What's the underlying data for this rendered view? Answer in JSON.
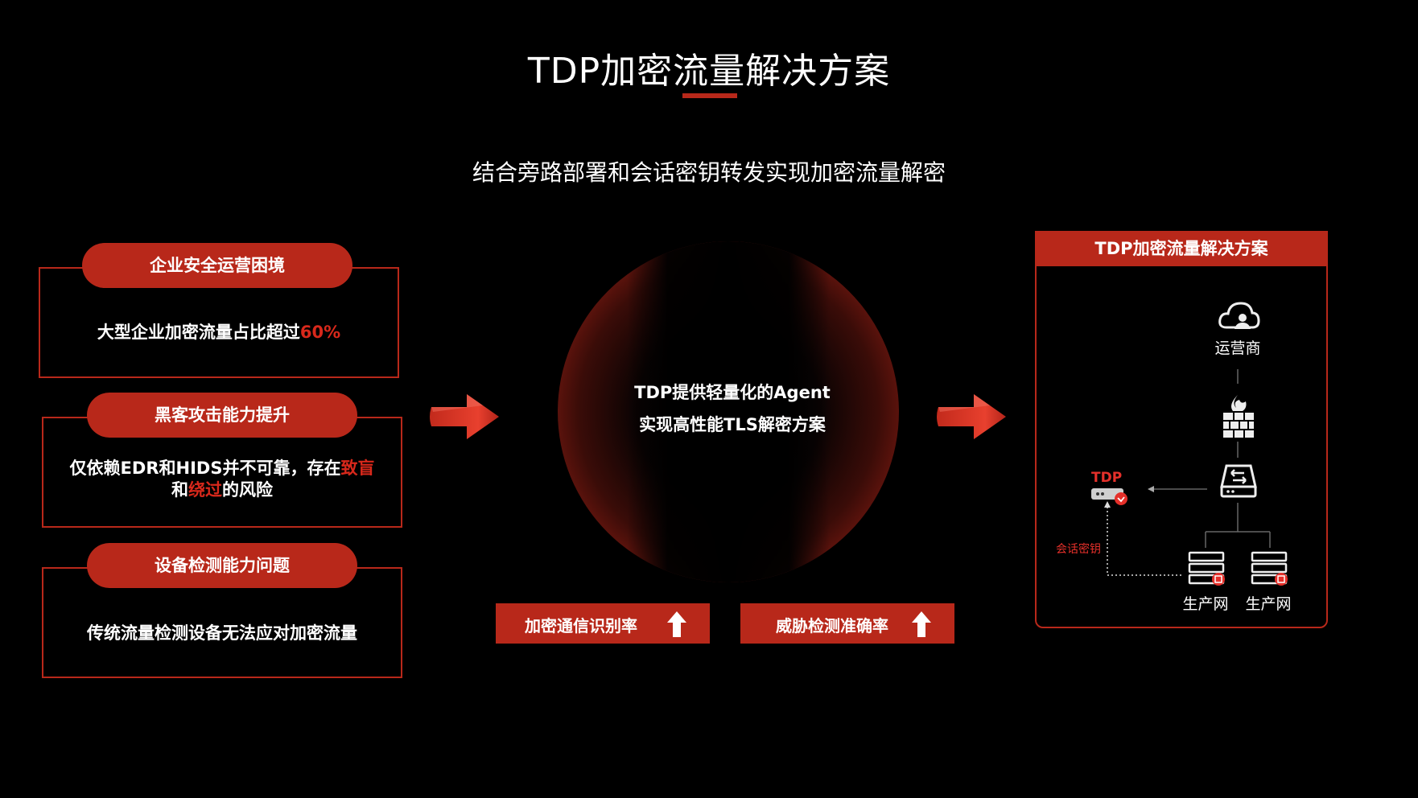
{
  "title": "TDP加密流量解决方案",
  "subtitle": "结合旁路部署和会话密钥转发实现加密流量解密",
  "issues": [
    {
      "heading": "企业安全运营困境",
      "text": "大型企业加密流量占比超过",
      "highlight": "60%"
    },
    {
      "heading": "黑客攻击能力提升",
      "text_a": "仅依赖EDR和HIDS并不可靠，存在",
      "highlight_a": "致盲",
      "text_b": "和",
      "highlight_b": "绕过",
      "text_c": "的风险"
    },
    {
      "heading": "设备检测能力问题",
      "text": "传统流量检测设备无法应对加密流量"
    }
  ],
  "center": {
    "line1": "TDP提供轻量化的Agent",
    "line2": "实现高性能TLS解密方案"
  },
  "badges": [
    {
      "label": "加密通信识别率"
    },
    {
      "label": "威胁检测准确率"
    }
  ],
  "solution": {
    "header": "TDP加密流量解决方案",
    "isp_label": "运营商",
    "tdp_label": "TDP",
    "session_key_label": "会话密钥",
    "prod_net_labels": [
      "生产网",
      "生产网"
    ]
  },
  "colors": {
    "accent": "#b8281a",
    "highlight": "#d8281b",
    "background": "#000000"
  }
}
